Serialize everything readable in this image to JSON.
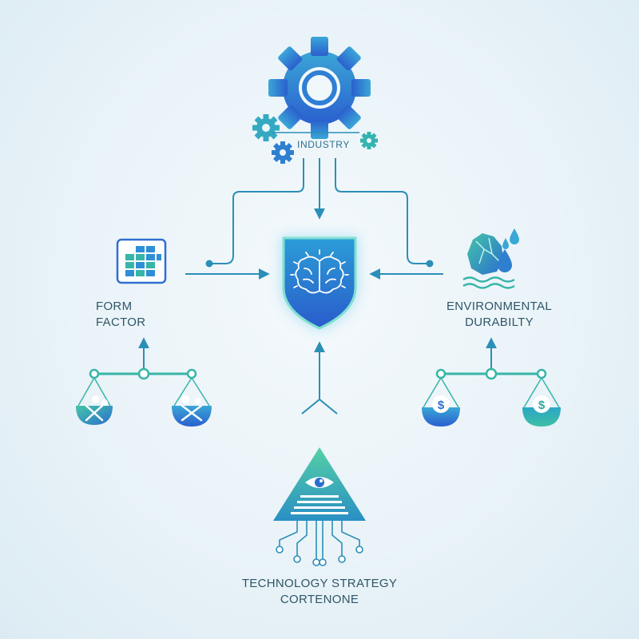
{
  "labels": {
    "industry": "INDUSTRY",
    "form_factor": [
      "FORM",
      "FACTOR"
    ],
    "environmental_durability": [
      "ENVIRONMENTAL",
      "DURABILTY"
    ],
    "technology_strategy": [
      "TECHNOLOGY STRATEGY",
      "CORTENONE"
    ]
  },
  "icons": {
    "top": "gear-icon",
    "center": "brain-shield-icon",
    "left": "grid-panel-icon",
    "right": "ice-water-icon",
    "bottom": "eye-pyramid-icon",
    "left_scale": "wrench-scale-icon",
    "right_scale": "dollar-scale-icon"
  },
  "colors": {
    "line": "#2b8fb8",
    "teal": "#34b3a9",
    "blue": "#2f6fd0",
    "text": "#2f5668"
  }
}
